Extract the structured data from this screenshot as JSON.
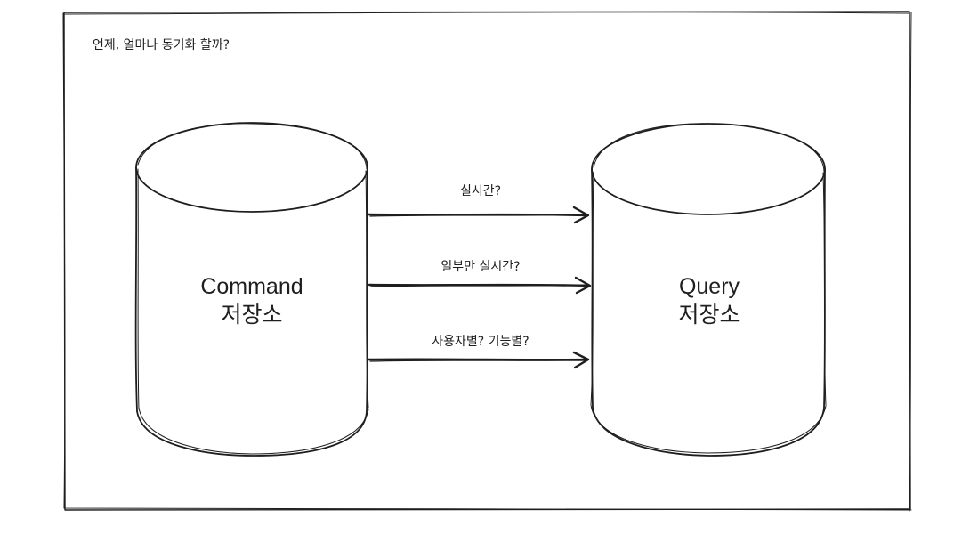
{
  "diagram": {
    "title": "언제, 얼마나 동기화 할까?",
    "nodes": [
      {
        "id": "command",
        "label_line1": "Command",
        "label_line2": "저장소"
      },
      {
        "id": "query",
        "label_line1": "Query",
        "label_line2": "저장소"
      }
    ],
    "edges": [
      {
        "from": "command",
        "to": "query",
        "label": "실시간?"
      },
      {
        "from": "command",
        "to": "query",
        "label": "일부만 실시간?"
      },
      {
        "from": "command",
        "to": "query",
        "label": "사용자별? 기능별?"
      }
    ],
    "colors": {
      "stroke": "#1e1e1e",
      "background": "#ffffff"
    }
  }
}
